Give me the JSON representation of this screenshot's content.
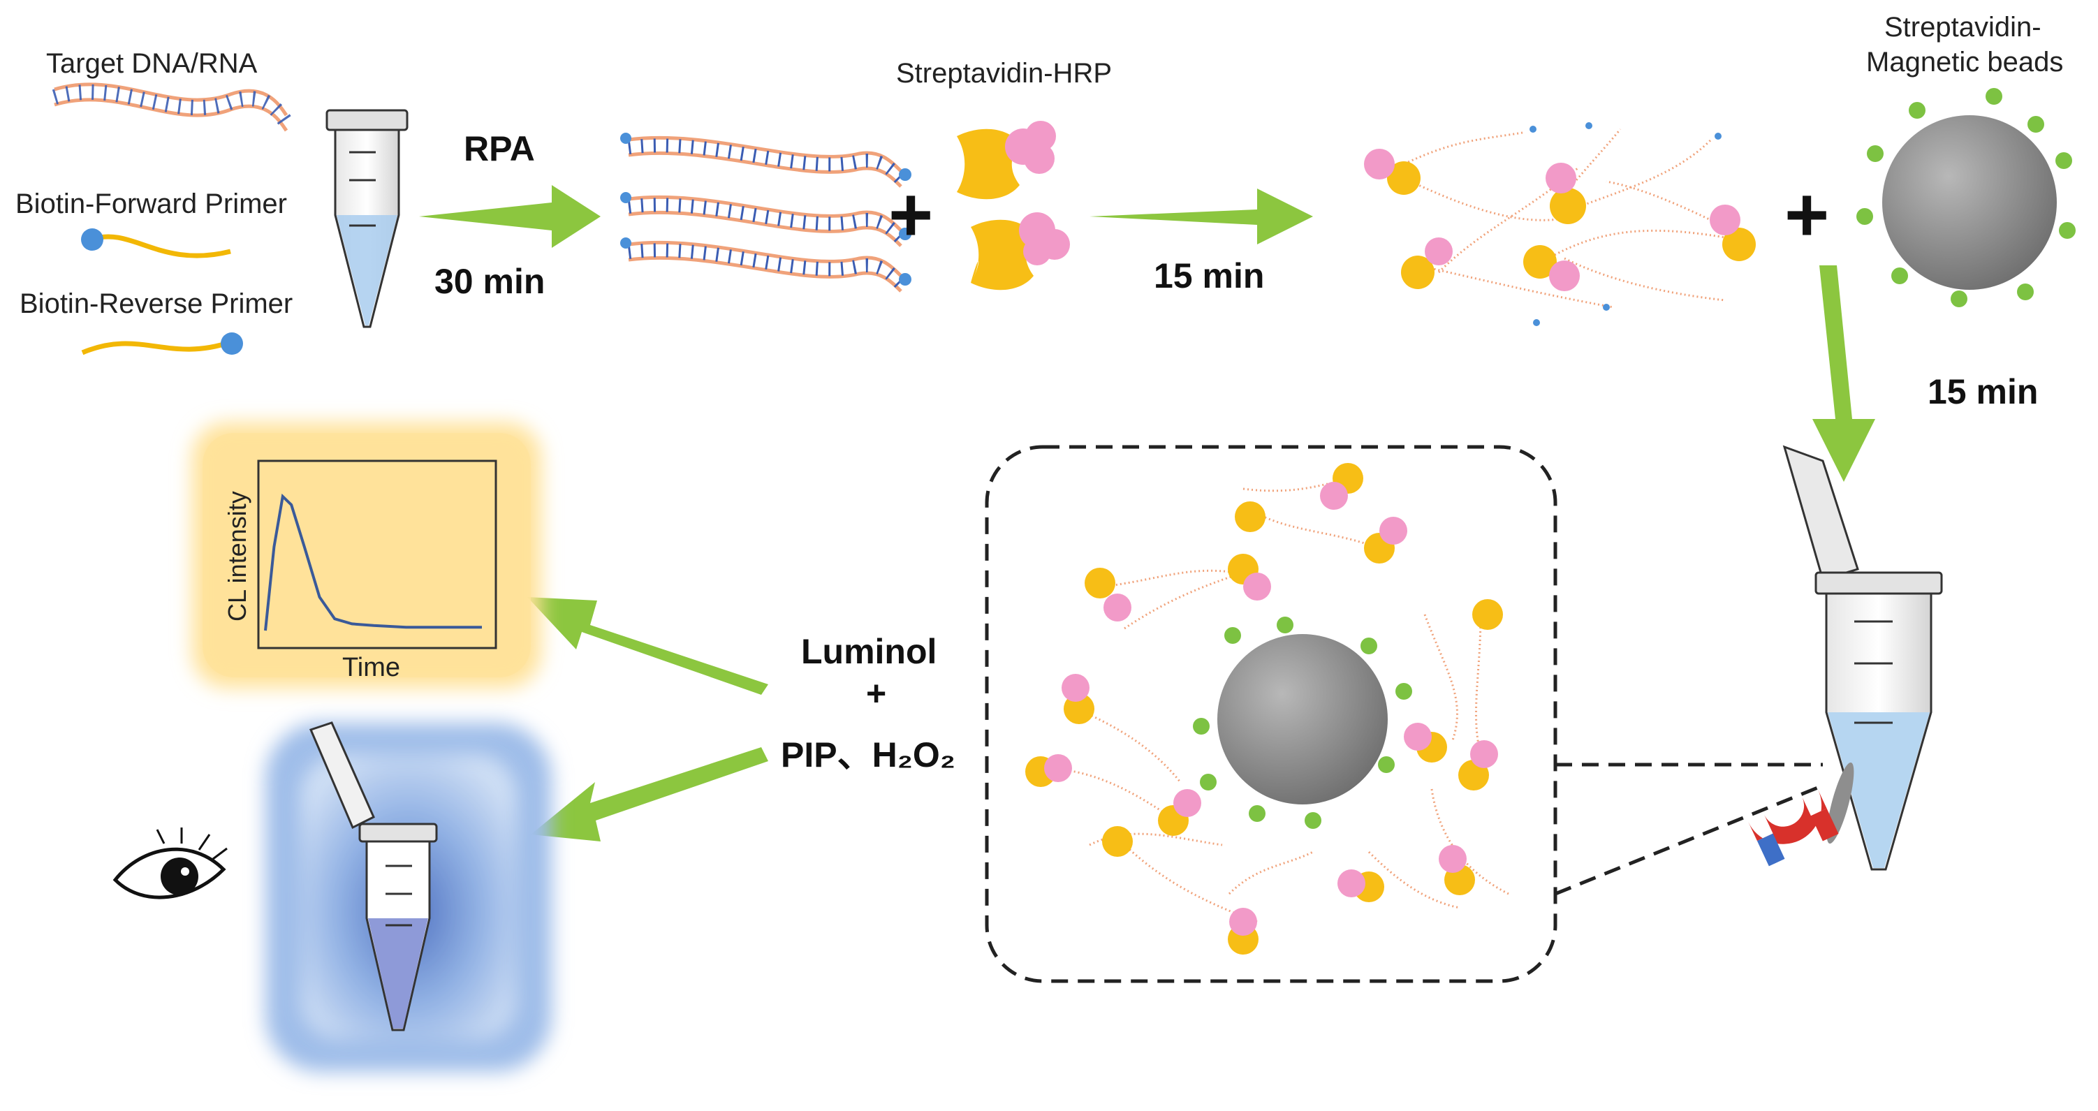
{
  "reagents": {
    "target": "Target  DNA/RNA",
    "forward_primer": "Biotin-Forward Primer",
    "reverse_primer": "Biotin-Reverse Primer",
    "sa_hrp": "Streptavidin-HRP",
    "sa_beads_line1": "Streptavidin-",
    "sa_beads_line2": "Magnetic beads"
  },
  "steps": {
    "rpa": "RPA",
    "rpa_time": "30 min",
    "bind_time": "15 min",
    "bead_time": "15 min",
    "plus": "+"
  },
  "detection": {
    "reagent_line1": "Luminol",
    "reagent_line2": "+",
    "reagent_line3": "PIP、H₂O₂"
  },
  "chart_data": {
    "type": "line",
    "title": "",
    "xlabel": "Time",
    "ylabel": "CL intensity",
    "series": [
      {
        "x": [
          0,
          0.04,
          0.08,
          0.12,
          0.18,
          0.25,
          0.32,
          0.4,
          0.5,
          0.65,
          0.8,
          1.0
        ],
        "values": [
          0.05,
          0.55,
          0.85,
          0.8,
          0.55,
          0.25,
          0.12,
          0.09,
          0.08,
          0.07,
          0.07,
          0.07
        ]
      }
    ],
    "grid": false
  },
  "colors": {
    "arrow": "#8CC63F",
    "biotin": "#4A90D9",
    "primer": "#F2B705",
    "streptavidin": "#F7BE16",
    "hrp": "#F29AC8",
    "bead": "#8E8E8E",
    "bead_sa": "#7DC242",
    "dna": "#F0A27A",
    "panel_bg": "#FFE29A",
    "glow": "#7FA6E0"
  }
}
